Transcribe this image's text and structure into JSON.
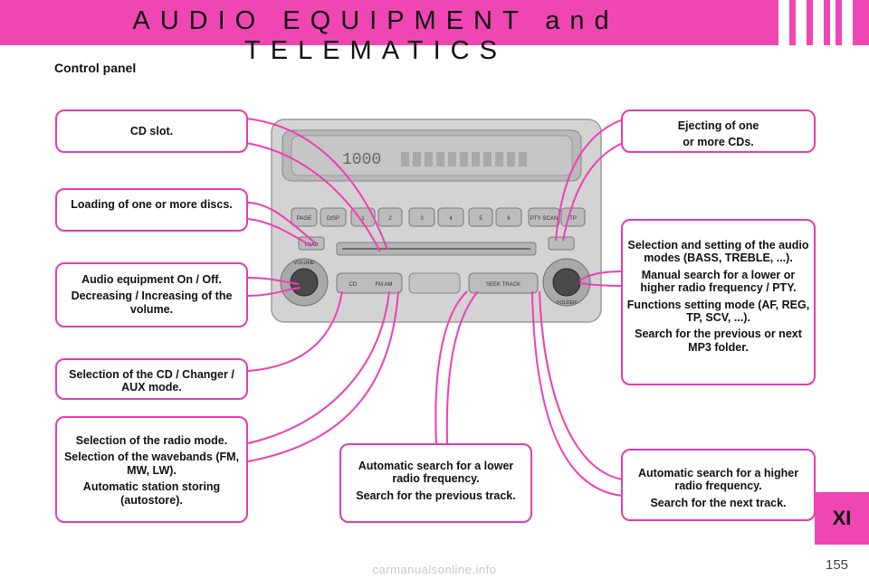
{
  "header": {
    "title": "AUDIO EQUIPMENT and TELEMATICS"
  },
  "section": {
    "heading": "Control panel"
  },
  "callouts": {
    "cd_slot": {
      "lines": [
        "CD slot."
      ]
    },
    "loading": {
      "lines": [
        "Loading of one or more discs."
      ]
    },
    "audio_on": {
      "lines": [
        "Audio equipment On / Off.",
        "Decreasing / Increasing of the volume."
      ]
    },
    "cd_mode": {
      "lines": [
        "Selection of the CD / Changer / AUX mode."
      ]
    },
    "radio_mode": {
      "lines": [
        "Selection of the radio mode.",
        "Selection of the wavebands (FM, MW, LW).",
        "Automatic station storing (autostore)."
      ]
    },
    "eject": {
      "lines": [
        "Ejecting of one",
        "or more CDs."
      ]
    },
    "selection_setting": {
      "lines": [
        "Selection and setting of the audio modes (BASS, TREBLE, ...).",
        "Manual search for a lower or higher radio frequency / PTY.",
        "Functions setting mode (AF, REG, TP, SCV, ...).",
        "Search for the previous or next MP3 folder."
      ]
    },
    "search_lower": {
      "lines": [
        "Automatic search for a lower radio frequency.",
        "Search for the previous track."
      ]
    },
    "search_higher": {
      "lines": [
        "Automatic search for a higher radio frequency.",
        "Search for the next track."
      ]
    }
  },
  "radio": {
    "display_readout": "1000",
    "knob_left_label": "VOLUME",
    "knob_right_label": "FOLDER",
    "top_buttons": [
      "PAGE",
      "DISP",
      "1",
      "2",
      "3",
      "4",
      "5",
      "6",
      "PTY·SCAN",
      "TP"
    ],
    "bottom_buttons": [
      "CD",
      "FM AM",
      "SEEK TRACK"
    ],
    "load_button": "LOAD"
  },
  "chapter_tab": "XI",
  "page_number": "155",
  "watermark": "carmanualsonline.info",
  "colors": {
    "accent": "#f046b4",
    "callout_border": "#e43cb0",
    "leader": "#ee3fb4"
  }
}
